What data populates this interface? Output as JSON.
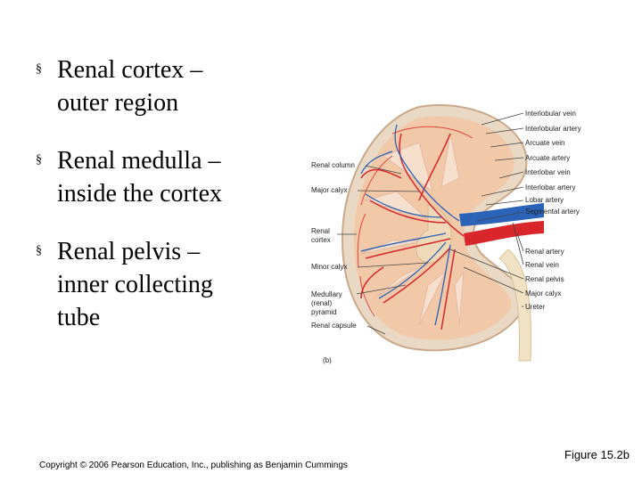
{
  "bullets": [
    {
      "line1": "Renal cortex –",
      "line2": "outer region"
    },
    {
      "line1": "Renal medulla –",
      "line2": "inside the cortex"
    },
    {
      "line1": "Renal pelvis –",
      "line2": "inner collecting tube"
    }
  ],
  "bullet_marker": "§",
  "figure": {
    "panel_label": "(b)",
    "left_labels": [
      "Renal column",
      "Major calyx",
      "Renal cortex",
      "Minor calyx",
      "Medullary (renal) pyramid",
      "Renal capsule"
    ],
    "right_labels": [
      "Interlobular vein",
      "Interlobular artery",
      "Arcuate vein",
      "Arcuate artery",
      "Interlobar vein",
      "Interlobar artery",
      "Lobar artery",
      "Segmental artery",
      "Renal artery",
      "Renal vein",
      "Renal pelvis",
      "Major calyx",
      "Ureter"
    ],
    "colors": {
      "artery": "#d8262a",
      "vein": "#2b63b8",
      "tissue": "#f2c9a8",
      "capsule": "#e9d8c4",
      "pyramid": "#f6dfcd"
    }
  },
  "footer": {
    "copyright": "Copyright © 2006 Pearson Education, Inc., publishing as Benjamin Cummings",
    "figure_ref": "Figure 15.2b"
  }
}
